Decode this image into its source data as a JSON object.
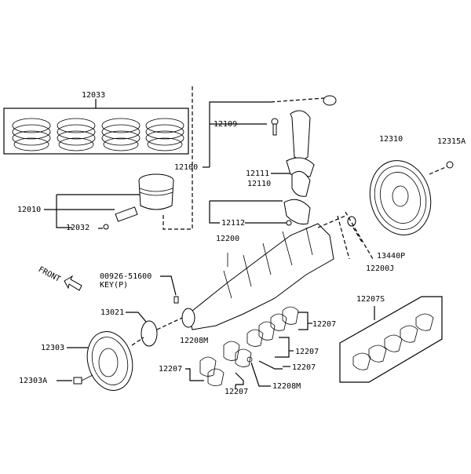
{
  "diagram": {
    "title": "Engine Piston, Crankshaft & Flywheel parts diagram",
    "front_label": "FRONT",
    "parts": [
      {
        "id": "piston-ring-set",
        "number": "12033"
      },
      {
        "id": "piston",
        "number": "12010"
      },
      {
        "id": "piston-pin",
        "number": "12032"
      },
      {
        "id": "connecting-rod-assembly",
        "number": "12100"
      },
      {
        "id": "connecting-rod-bolt",
        "number": "12109"
      },
      {
        "id": "connecting-rod-bearing",
        "number": "12111"
      },
      {
        "id": "connecting-rod-bearing-alt",
        "number": "12110"
      },
      {
        "id": "connecting-rod-nut",
        "number": "12112"
      },
      {
        "id": "flywheel",
        "number": "12310"
      },
      {
        "id": "flywheel-bolt",
        "number": "12315A"
      },
      {
        "id": "crankshaft",
        "number": "12200"
      },
      {
        "id": "pilot-bushing",
        "number": "13440P"
      },
      {
        "id": "crankshaft-pilot",
        "number": "12200J"
      },
      {
        "id": "woodruff-key",
        "number": "00926-51600",
        "note": "KEY(P)"
      },
      {
        "id": "crank-sprocket",
        "number": "13021"
      },
      {
        "id": "crank-pulley",
        "number": "12303"
      },
      {
        "id": "pulley-bolt",
        "number": "12303A"
      },
      {
        "id": "thrust-washer",
        "number": "12208M"
      },
      {
        "id": "main-bearing-1",
        "number": "12207"
      },
      {
        "id": "main-bearing-2",
        "number": "12207"
      },
      {
        "id": "main-bearing-3",
        "number": "12207"
      },
      {
        "id": "main-bearing-4",
        "number": "12207"
      },
      {
        "id": "main-bearing-5",
        "number": "12207"
      },
      {
        "id": "thrust-washer-2",
        "number": "12208M"
      },
      {
        "id": "main-bearing-set",
        "number": "12207S"
      }
    ]
  }
}
